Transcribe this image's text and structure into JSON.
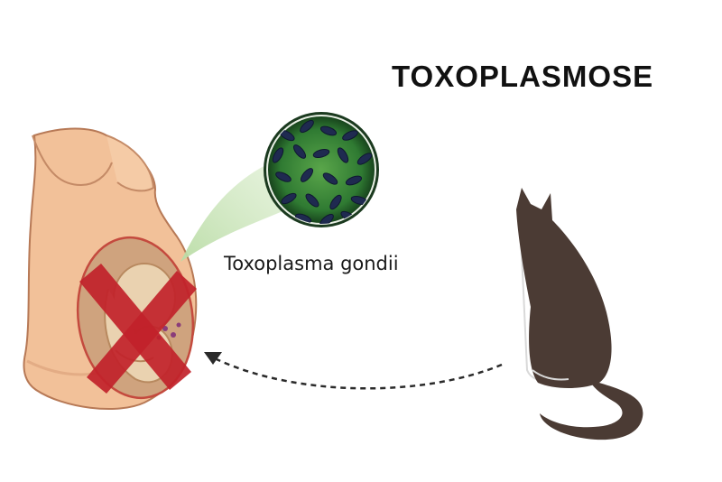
{
  "title": "TOXOPLASMOSE",
  "organism_label": "Toxoplasma gondii",
  "colors": {
    "skin": "#f2c199",
    "skin_shadow": "#d99f78",
    "womb": "#c44a3e",
    "fetus": "#ead2b0",
    "cross": "#c1222a",
    "microscope_green": "#3f8c3a",
    "parasite": "#1f2a50",
    "cat_body": "#4b3b34",
    "cat_outline": "#d9d9d9",
    "arrow": "#2a2a2a"
  },
  "icons": [
    "pregnant-woman",
    "fetus",
    "prohibition-cross",
    "microscope-view",
    "cat",
    "transmission-arrow"
  ]
}
